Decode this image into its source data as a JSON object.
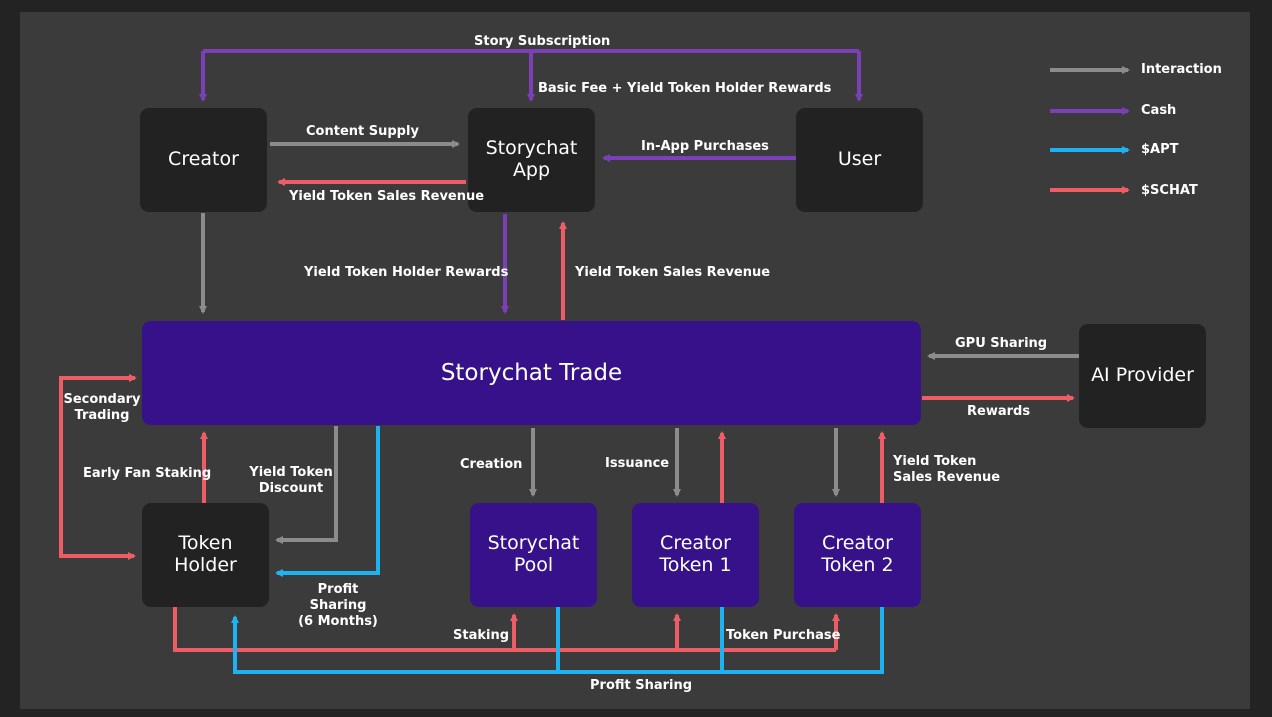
{
  "legend": [
    {
      "label": "Interaction",
      "color": "#8c8c8c"
    },
    {
      "label": "Cash",
      "color": "#7b3fb8"
    },
    {
      "label": "$APT",
      "color": "#1fb2f0"
    },
    {
      "label": "$SCHAT",
      "color": "#ee5c66"
    }
  ],
  "nodes": {
    "creator": "Creator",
    "app": "Storychat\nApp",
    "user": "User",
    "trade": "Storychat Trade",
    "ai": "AI Provider",
    "holder": "Token\nHolder",
    "pool": "Storychat\nPool",
    "ct1": "Creator\nToken 1",
    "ct2": "Creator\nToken 2"
  },
  "edges": {
    "story_subscription": "Story Subscription",
    "basic_fee": "Basic Fee + Yield Token Holder Rewards",
    "content_supply": "Content Supply",
    "yield_sales_creator": "Yield Token Sales Revenue",
    "in_app": "In-App Purchases",
    "holder_rewards": "Yield Token Holder Rewards",
    "sales_revenue_app": "Yield Token Sales Revenue",
    "gpu": "GPU Sharing",
    "rewards": "Rewards",
    "secondary": "Secondary\nTrading",
    "early_fan": "Early Fan Staking",
    "discount": "Yield Token\nDiscount",
    "creation": "Creation",
    "issuance": "Issuance",
    "sales_revenue_ct": "Yield Token\nSales Revenue",
    "profit_6": "Profit Sharing\n(6 Months)",
    "staking": "Staking",
    "token_purchase": "Token Purchase",
    "profit_sharing": "Profit Sharing"
  }
}
